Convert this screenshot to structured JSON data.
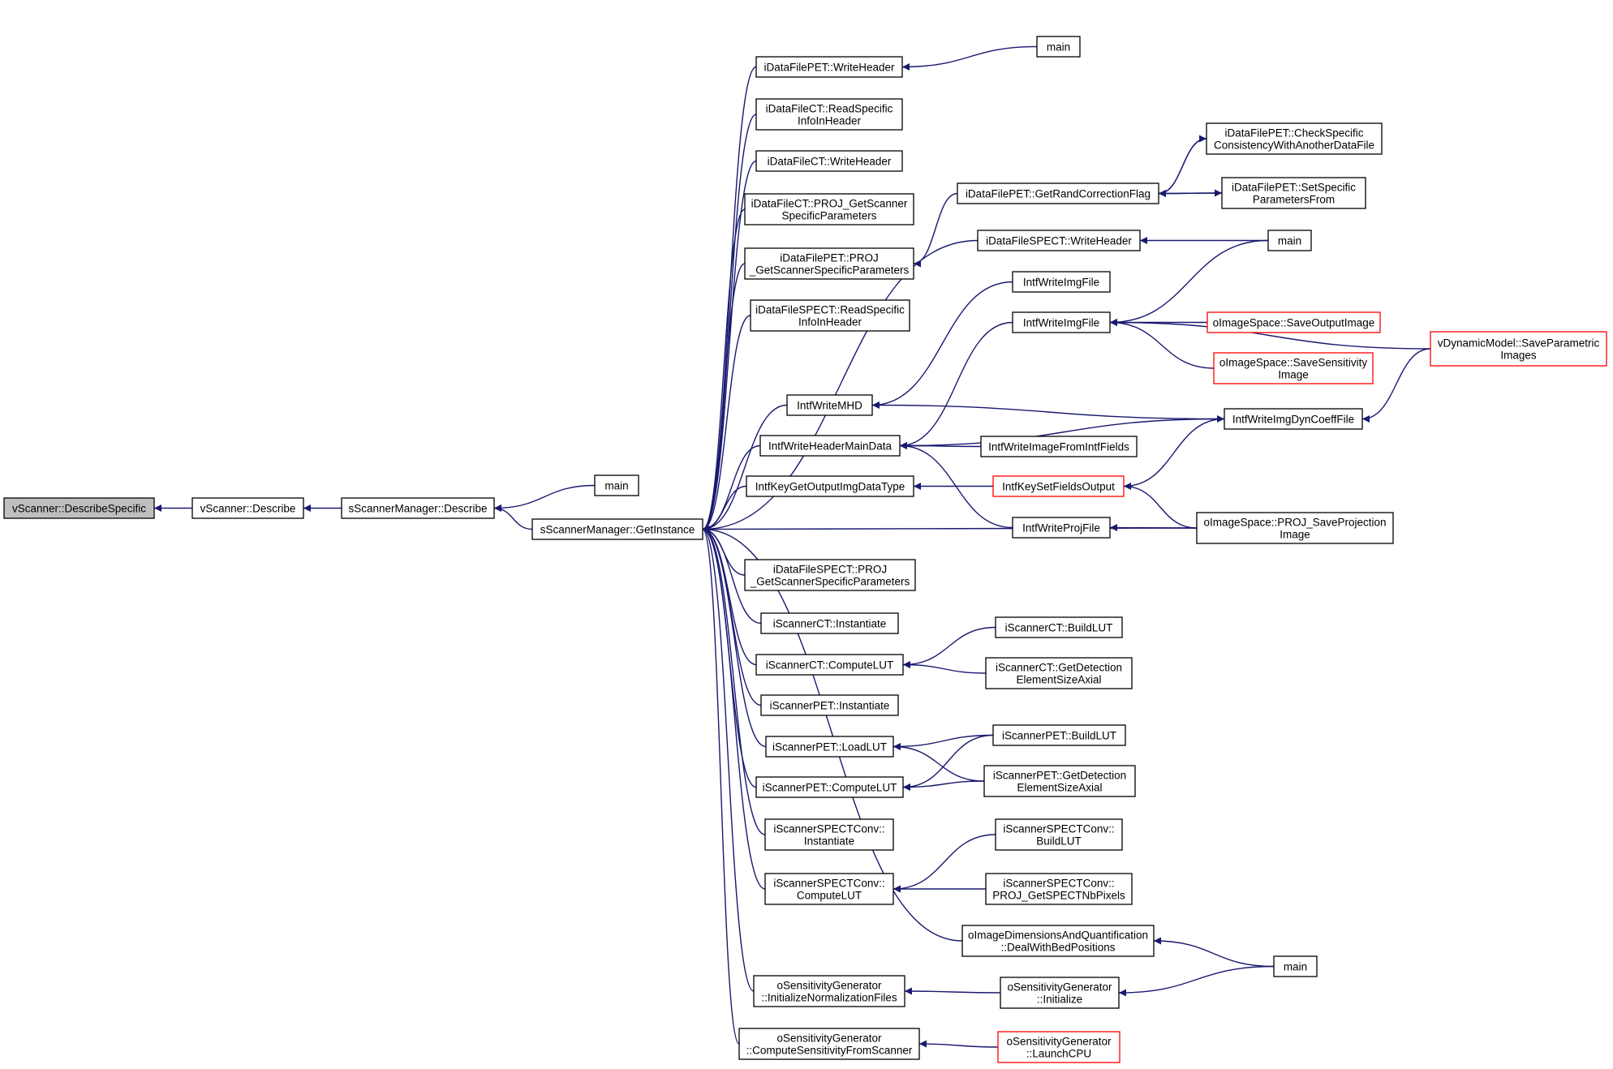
{
  "graph": {
    "colors": {
      "edge": "#191970",
      "node_border": "#000000",
      "node_border_truncated": "#ff0000",
      "node_fill": "#ffffff",
      "focus_fill": "#bfbfbf",
      "text": "#000000"
    },
    "nodes": [
      {
        "id": "n0",
        "lines": [
          "vScanner::DescribeSpecific"
        ],
        "focus": true
      },
      {
        "id": "n1",
        "lines": [
          "vScanner::Describe"
        ]
      },
      {
        "id": "n2",
        "lines": [
          "sScannerManager::Describe"
        ]
      },
      {
        "id": "n3",
        "lines": [
          "main"
        ]
      },
      {
        "id": "n4",
        "lines": [
          "sScannerManager::GetInstance"
        ]
      },
      {
        "id": "n5",
        "lines": [
          "main"
        ]
      },
      {
        "id": "n6",
        "lines": [
          "iDataFilePET::WriteHeader"
        ]
      },
      {
        "id": "n7",
        "lines": [
          "iDataFileCT::ReadSpecific",
          "InfoInHeader"
        ]
      },
      {
        "id": "n8",
        "lines": [
          "iDataFileCT::WriteHeader"
        ]
      },
      {
        "id": "n9",
        "lines": [
          "iDataFileCT::PROJ_GetScanner",
          "SpecificParameters"
        ]
      },
      {
        "id": "n10",
        "lines": [
          "iDataFilePET::PROJ",
          "_GetScannerSpecificParameters"
        ]
      },
      {
        "id": "n11",
        "lines": [
          "iDataFileSPECT::ReadSpecific",
          "InfoInHeader"
        ]
      },
      {
        "id": "n12",
        "lines": [
          "IntfWriteMHD"
        ]
      },
      {
        "id": "n13",
        "lines": [
          "IntfWriteHeaderMainData"
        ]
      },
      {
        "id": "n14",
        "lines": [
          "IntfKeyGetOutputImgDataType"
        ]
      },
      {
        "id": "n15",
        "lines": [
          "iDataFileSPECT::PROJ",
          "_GetScannerSpecificParameters"
        ]
      },
      {
        "id": "n16",
        "lines": [
          "iScannerCT::Instantiate"
        ]
      },
      {
        "id": "n17",
        "lines": [
          "iScannerCT::ComputeLUT"
        ]
      },
      {
        "id": "n18",
        "lines": [
          "iScannerPET::Instantiate"
        ]
      },
      {
        "id": "n19",
        "lines": [
          "iScannerPET::LoadLUT"
        ]
      },
      {
        "id": "n20",
        "lines": [
          "iScannerPET::ComputeLUT"
        ]
      },
      {
        "id": "n21",
        "lines": [
          "iScannerSPECTConv::",
          "Instantiate"
        ]
      },
      {
        "id": "n22",
        "lines": [
          "iScannerSPECTConv::",
          "ComputeLUT"
        ]
      },
      {
        "id": "n23",
        "lines": [
          "oSensitivityGenerator",
          "::InitializeNormalizationFiles"
        ]
      },
      {
        "id": "n24",
        "lines": [
          "oSensitivityGenerator",
          "::ComputeSensitivityFromScanner"
        ]
      },
      {
        "id": "n25",
        "lines": [
          "iDataFilePET::CheckSpecific",
          "ConsistencyWithAnotherDataFile"
        ]
      },
      {
        "id": "n26",
        "lines": [
          "iDataFilePET::GetRandCorrectionFlag"
        ]
      },
      {
        "id": "n27",
        "lines": [
          "iDataFilePET::SetSpecific",
          "ParametersFrom"
        ]
      },
      {
        "id": "n28",
        "lines": [
          "iDataFileSPECT::WriteHeader"
        ]
      },
      {
        "id": "n29",
        "lines": [
          "main"
        ]
      },
      {
        "id": "n30",
        "lines": [
          "IntfWriteImgFile"
        ]
      },
      {
        "id": "n31",
        "lines": [
          "IntfWriteImgFile"
        ]
      },
      {
        "id": "n32",
        "lines": [
          "oImageSpace::SaveOutputImage"
        ],
        "truncated": true
      },
      {
        "id": "n33",
        "lines": [
          "oImageSpace::SaveSensitivity",
          "Image"
        ],
        "truncated": true
      },
      {
        "id": "n34",
        "lines": [
          "vDynamicModel::SaveParametric",
          "Images"
        ],
        "truncated": true
      },
      {
        "id": "n35",
        "lines": [
          "IntfWriteImgDynCoeffFile"
        ]
      },
      {
        "id": "n36",
        "lines": [
          "IntfWriteImageFromIntfFields"
        ]
      },
      {
        "id": "n37",
        "lines": [
          "IntfKeySetFieldsOutput"
        ],
        "truncated": true
      },
      {
        "id": "n38",
        "lines": [
          "IntfWriteProjFile"
        ]
      },
      {
        "id": "n39",
        "lines": [
          "oImageSpace::PROJ_SaveProjection",
          "Image"
        ]
      },
      {
        "id": "n40",
        "lines": [
          "iScannerCT::BuildLUT"
        ]
      },
      {
        "id": "n41",
        "lines": [
          "iScannerCT::GetDetection",
          "ElementSizeAxial"
        ]
      },
      {
        "id": "n42",
        "lines": [
          "iScannerPET::BuildLUT"
        ]
      },
      {
        "id": "n43",
        "lines": [
          "iScannerPET::GetDetection",
          "ElementSizeAxial"
        ]
      },
      {
        "id": "n44",
        "lines": [
          "iScannerSPECTConv::",
          "BuildLUT"
        ]
      },
      {
        "id": "n45",
        "lines": [
          "iScannerSPECTConv::",
          "PROJ_GetSPECTNbPixels"
        ]
      },
      {
        "id": "n46",
        "lines": [
          "oImageDimensionsAndQuantification",
          "::DealWithBedPositions"
        ]
      },
      {
        "id": "n47",
        "lines": [
          "main"
        ]
      },
      {
        "id": "n48",
        "lines": [
          "oSensitivityGenerator",
          "::Initialize"
        ]
      },
      {
        "id": "n49",
        "lines": [
          "oSensitivityGenerator",
          "::LaunchCPU"
        ],
        "truncated": true
      }
    ],
    "edges": [
      [
        "n1",
        "n0"
      ],
      [
        "n2",
        "n1"
      ],
      [
        "n3",
        "n2"
      ],
      [
        "n4",
        "n2"
      ],
      [
        "n5",
        "n6"
      ],
      [
        "n6",
        "n4"
      ],
      [
        "n7",
        "n4"
      ],
      [
        "n8",
        "n4"
      ],
      [
        "n9",
        "n4"
      ],
      [
        "n10",
        "n4"
      ],
      [
        "n11",
        "n4"
      ],
      [
        "n28",
        "n4"
      ],
      [
        "n12",
        "n4"
      ],
      [
        "n13",
        "n4"
      ],
      [
        "n14",
        "n4"
      ],
      [
        "n39",
        "n4"
      ],
      [
        "n15",
        "n4"
      ],
      [
        "n16",
        "n4"
      ],
      [
        "n17",
        "n4"
      ],
      [
        "n18",
        "n4"
      ],
      [
        "n19",
        "n4"
      ],
      [
        "n20",
        "n4"
      ],
      [
        "n21",
        "n4"
      ],
      [
        "n22",
        "n4"
      ],
      [
        "n46",
        "n4"
      ],
      [
        "n23",
        "n4"
      ],
      [
        "n24",
        "n4"
      ],
      [
        "n26",
        "n10"
      ],
      [
        "n25",
        "n26"
      ],
      [
        "n27",
        "n26"
      ],
      [
        "n26",
        "n25"
      ],
      [
        "n26",
        "n27"
      ],
      [
        "n29",
        "n28"
      ],
      [
        "n30",
        "n12"
      ],
      [
        "n35",
        "n12"
      ],
      [
        "n31",
        "n13"
      ],
      [
        "n35",
        "n13"
      ],
      [
        "n36",
        "n13"
      ],
      [
        "n38",
        "n13"
      ],
      [
        "n29",
        "n31"
      ],
      [
        "n32",
        "n31"
      ],
      [
        "n33",
        "n31"
      ],
      [
        "n34",
        "n31"
      ],
      [
        "n34",
        "n35"
      ],
      [
        "n37",
        "n35"
      ],
      [
        "n37",
        "n14"
      ],
      [
        "n39",
        "n37"
      ],
      [
        "n39",
        "n38"
      ],
      [
        "n40",
        "n17"
      ],
      [
        "n41",
        "n17"
      ],
      [
        "n42",
        "n19"
      ],
      [
        "n43",
        "n19"
      ],
      [
        "n42",
        "n20"
      ],
      [
        "n43",
        "n20"
      ],
      [
        "n44",
        "n22"
      ],
      [
        "n45",
        "n22"
      ],
      [
        "n47",
        "n46"
      ],
      [
        "n48",
        "n23"
      ],
      [
        "n47",
        "n48"
      ],
      [
        "n49",
        "n24"
      ]
    ]
  }
}
